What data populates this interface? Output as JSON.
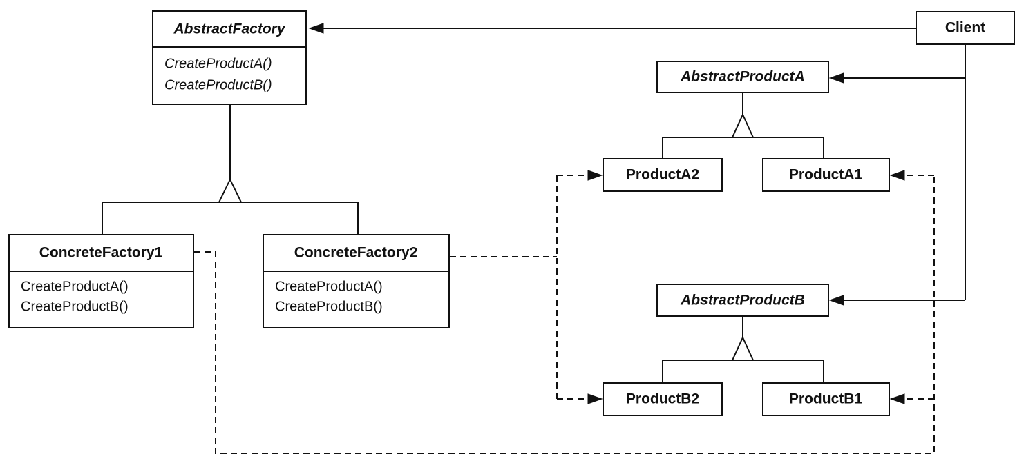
{
  "classes": {
    "abstract_factory": {
      "name": "AbstractFactory",
      "abstract": true,
      "operations": [
        "CreateProductA()",
        "CreateProductB()"
      ]
    },
    "concrete_factory1": {
      "name": "ConcreteFactory1",
      "abstract": false,
      "operations": [
        "CreateProductA()",
        "CreateProductB()"
      ]
    },
    "concrete_factory2": {
      "name": "ConcreteFactory2",
      "abstract": false,
      "operations": [
        "CreateProductA()",
        "CreateProductB()"
      ]
    },
    "client": {
      "name": "Client",
      "abstract": false
    },
    "abstract_product_a": {
      "name": "AbstractProductA",
      "abstract": true
    },
    "product_a2": {
      "name": "ProductA2",
      "abstract": false
    },
    "product_a1": {
      "name": "ProductA1",
      "abstract": false
    },
    "abstract_product_b": {
      "name": "AbstractProductB",
      "abstract": true
    },
    "product_b2": {
      "name": "ProductB2",
      "abstract": false
    },
    "product_b1": {
      "name": "ProductB1",
      "abstract": false
    }
  },
  "relationships": [
    {
      "type": "association",
      "from": "Client",
      "to": "AbstractFactory"
    },
    {
      "type": "association",
      "from": "Client",
      "to": "AbstractProductA"
    },
    {
      "type": "association",
      "from": "Client",
      "to": "AbstractProductB"
    },
    {
      "type": "inheritance",
      "parent": "AbstractFactory",
      "children": [
        "ConcreteFactory1",
        "ConcreteFactory2"
      ]
    },
    {
      "type": "inheritance",
      "parent": "AbstractProductA",
      "children": [
        "ProductA2",
        "ProductA1"
      ]
    },
    {
      "type": "inheritance",
      "parent": "AbstractProductB",
      "children": [
        "ProductB2",
        "ProductB1"
      ]
    },
    {
      "type": "dependency",
      "from": "ConcreteFactory1",
      "to": "ProductA1"
    },
    {
      "type": "dependency",
      "from": "ConcreteFactory1",
      "to": "ProductB1"
    },
    {
      "type": "dependency",
      "from": "ConcreteFactory2",
      "to": "ProductA2"
    },
    {
      "type": "dependency",
      "from": "ConcreteFactory2",
      "to": "ProductB2"
    }
  ]
}
